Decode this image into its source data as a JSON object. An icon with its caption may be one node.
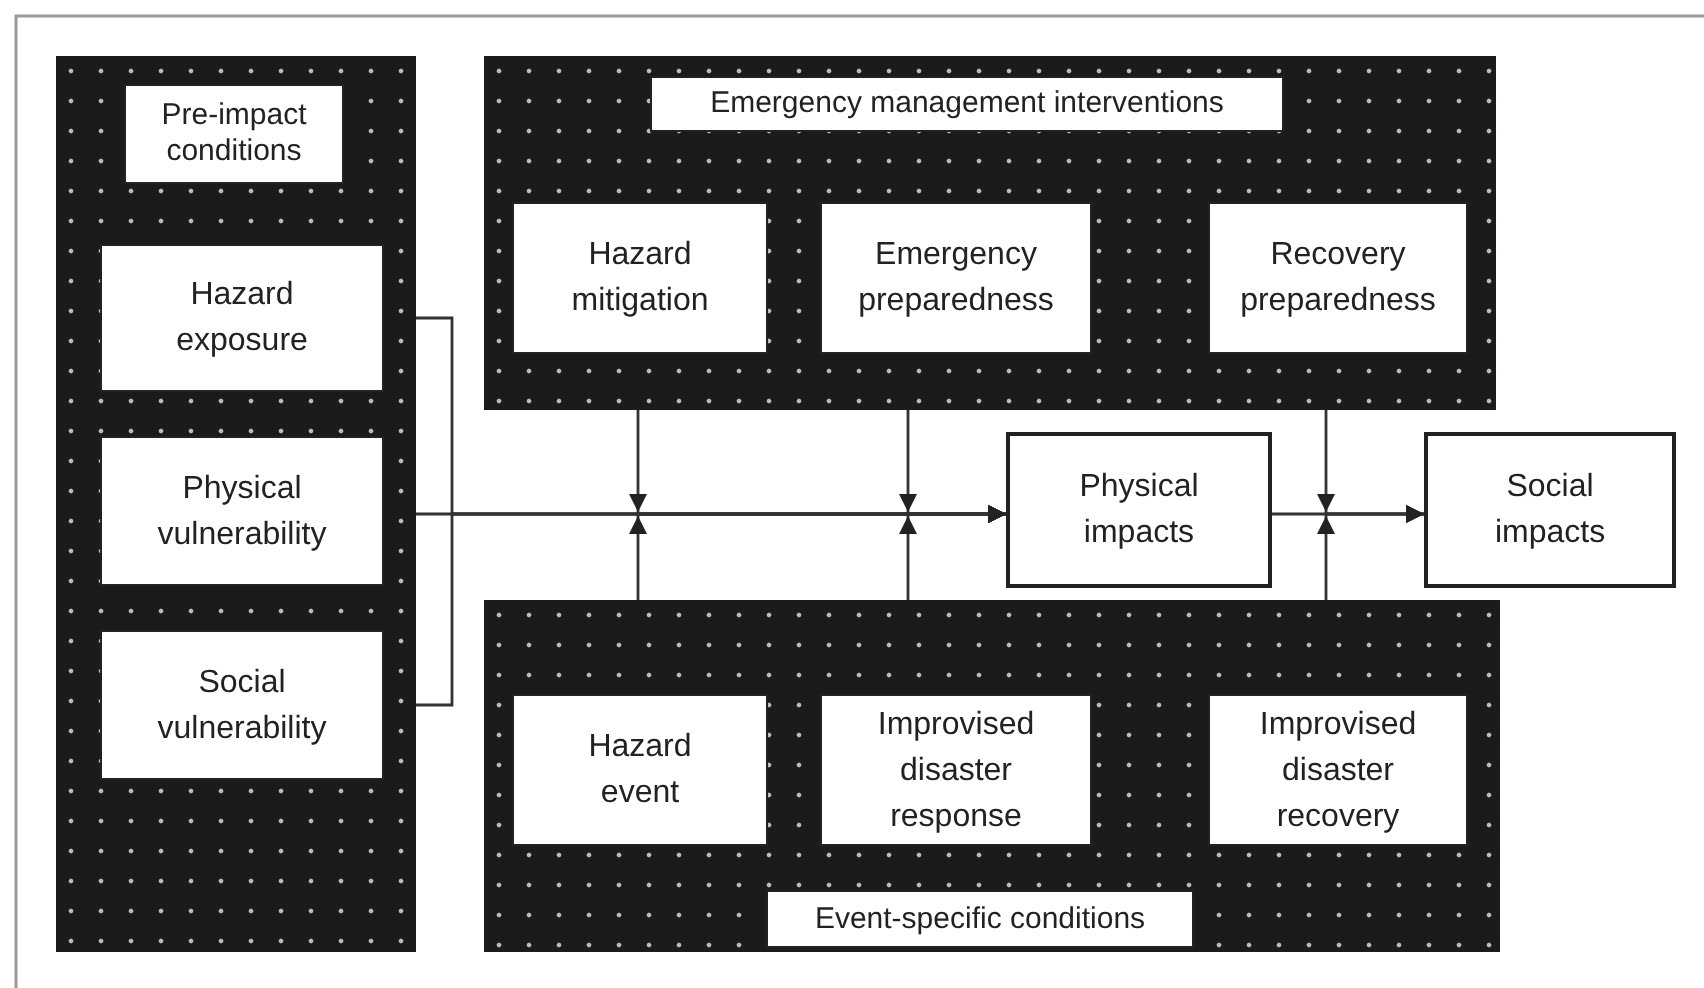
{
  "diagram": {
    "nodes": [
      {
        "text": [
          "Pre-impact conditions"
        ]
      },
      {
        "text": [
          "Hazard exposure"
        ],
        "in": 0
      },
      {
        "text": [
          "Physical vulnerability"
        ],
        "in": 0
      },
      {
        "text": [
          "Social vulnerability"
        ],
        "in": 0
      },
      {
        "text": [
          "Emergency management interventions"
        ]
      },
      {
        "text": [
          "Hazard mitigation"
        ],
        "in": 4
      },
      {
        "text": [
          "Emergency preparedness"
        ],
        "in": 4
      },
      {
        "text": [
          "Recovery preparedness"
        ],
        "in": 4
      },
      {
        "text": [
          "Physical impacts"
        ]
      },
      {
        "text": [
          "Social impacts"
        ]
      },
      {
        "text": [
          "Event-specific conditions"
        ]
      },
      {
        "text": [
          "Hazard event"
        ],
        "in": 10
      },
      {
        "text": [
          "Improvised disaster response"
        ],
        "in": 10
      },
      {
        "text": [
          "Improvised disaster recovery"
        ],
        "in": 10
      }
    ],
    "edges": [
      {
        "from": 1,
        "to": 8,
        "arrow": "to"
      },
      {
        "from": 2,
        "to": 8,
        "arrow": "to"
      },
      {
        "from": 3,
        "to": 8,
        "arrow": "to"
      },
      {
        "from": 5,
        "to": 8,
        "arrow": "to"
      },
      {
        "from": 11,
        "to": 8,
        "arrow": "to"
      },
      {
        "from": 6,
        "to": 8,
        "arrow": "to"
      },
      {
        "from": 12,
        "to": 8,
        "arrow": "to"
      },
      {
        "from": 8,
        "to": 9,
        "arrow": "to"
      },
      {
        "from": 7,
        "to": 9,
        "arrow": "to"
      },
      {
        "from": 13,
        "to": 9,
        "arrow": "to"
      }
    ]
  }
}
